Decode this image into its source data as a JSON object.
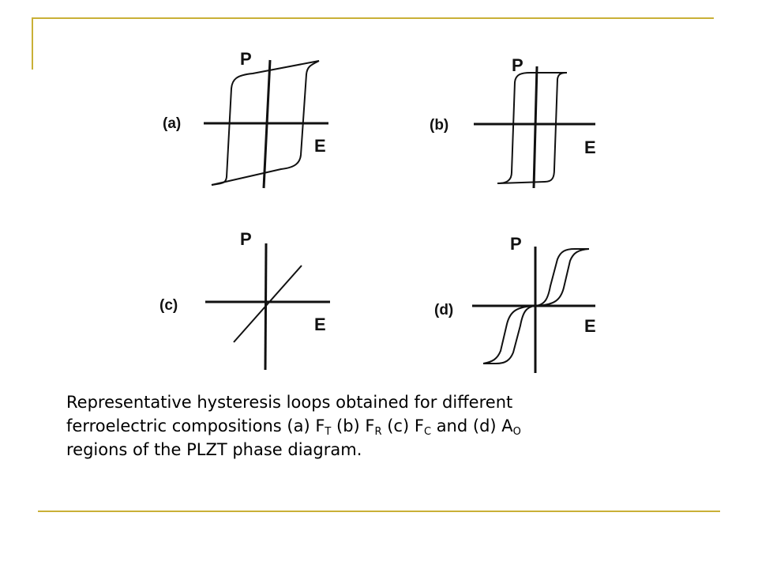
{
  "panels": [
    {
      "id": "(a)",
      "p_label": "P",
      "e_label": "E"
    },
    {
      "id": "(b)",
      "p_label": "P",
      "e_label": "E"
    },
    {
      "id": "(c)",
      "p_label": "P",
      "e_label": "E"
    },
    {
      "id": "(d)",
      "p_label": "P",
      "e_label": "E"
    }
  ],
  "caption": {
    "line1": "Representative hysteresis loops obtained for different",
    "line2_start": "ferroelectric compositions (a) F",
    "sub_a": "T",
    "part_b": " (b) F",
    "sub_b": "R",
    "part_c": " (c) F",
    "sub_c": "C",
    "part_d": " and (d) A",
    "sub_d": "O",
    "line3": "regions of the PLZT phase diagram."
  },
  "colors": {
    "rule": "#c9b037",
    "ink": "#111111"
  }
}
